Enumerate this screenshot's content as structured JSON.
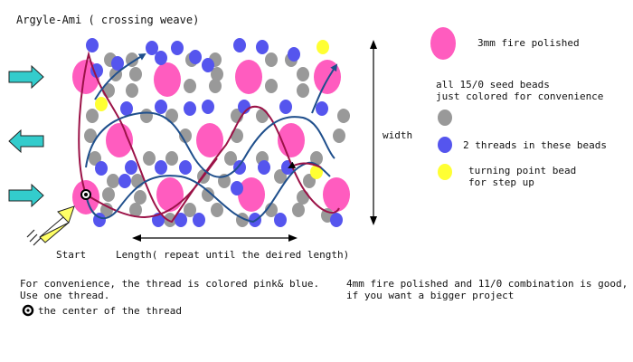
{
  "title": "Argyle-Ami ( crossing weave)",
  "labels": {
    "start": "Start",
    "length": "Length( repeat until the deired length)",
    "width": "width"
  },
  "legend": {
    "fire_polished": "3mm fire polished",
    "seed_note_line1": "all 15/0 seed beads",
    "seed_note_line2": "just colored for convenience",
    "two_threads": "2 threads in these beads",
    "turning_line1": "turning point bead",
    "turning_line2": "for step up"
  },
  "notes": {
    "thread_line1": "For convenience, the thread is colored pink& blue.",
    "thread_line2": "Use one thread.",
    "center": "the center of the thread",
    "bigger_line1": "4mm fire polished and 11/0 combination is good,",
    "bigger_line2": "if you want a bigger project"
  },
  "colors": {
    "fire_polished": "#ff5cbf",
    "seed_gray": "#999999",
    "blue_bead": "#5555ee",
    "turning_yellow": "#ffff33",
    "thread_pink": "#9b1247",
    "thread_blue": "#1f4f8c",
    "arrow_fill": "#33cccc",
    "start_arrow_fill": "#ffff66"
  },
  "icons": {
    "right_arrow": "right-arrow-icon",
    "left_arrow": "left-arrow-icon",
    "start_arrow": "start-arrow-icon",
    "center_marker": "center-marker-icon"
  }
}
